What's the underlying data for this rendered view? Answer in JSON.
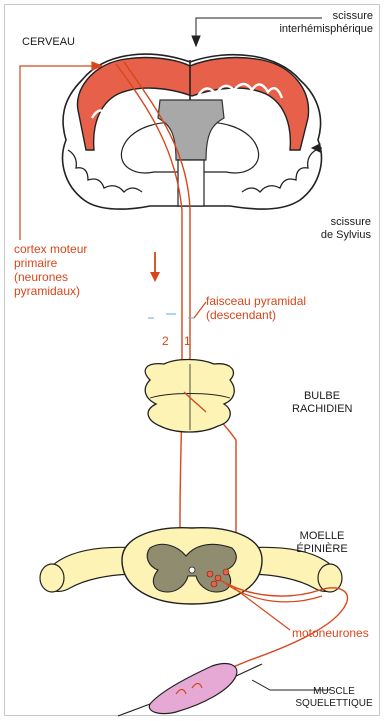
{
  "labels": {
    "cerveau": "CERVEAU",
    "scissure_inter_1": "scissure",
    "scissure_inter_2": "interhémisphérique",
    "scissure_sylvius_1": "scissure",
    "scissure_sylvius_2": "de Sylvius",
    "cortex_1": "cortex moteur",
    "cortex_2": "primaire",
    "cortex_3": "(neurones",
    "cortex_4": "pyramidaux)",
    "faisceau_1": "faisceau pyramidal",
    "faisceau_2": "(descendant)",
    "num_2": "2",
    "num_1": "1",
    "bulbe_1": "BULBE",
    "bulbe_2": "RACHIDIEN",
    "moelle_1": "MOELLE",
    "moelle_2": "ÉPINIÈRE",
    "motoneurones": "motoneurones",
    "muscle_1": "MUSCLE",
    "muscle_2": "SQUELETTIQUE"
  },
  "colors": {
    "cortex_red": "#e6604a",
    "label_orange": "#d8461a",
    "nerve_yellow": "#fcf3b5",
    "gray_matter": "#8f8c70",
    "ventricle_gray": "#a8a8a8",
    "muscle_pink": "#e6a9d6"
  }
}
